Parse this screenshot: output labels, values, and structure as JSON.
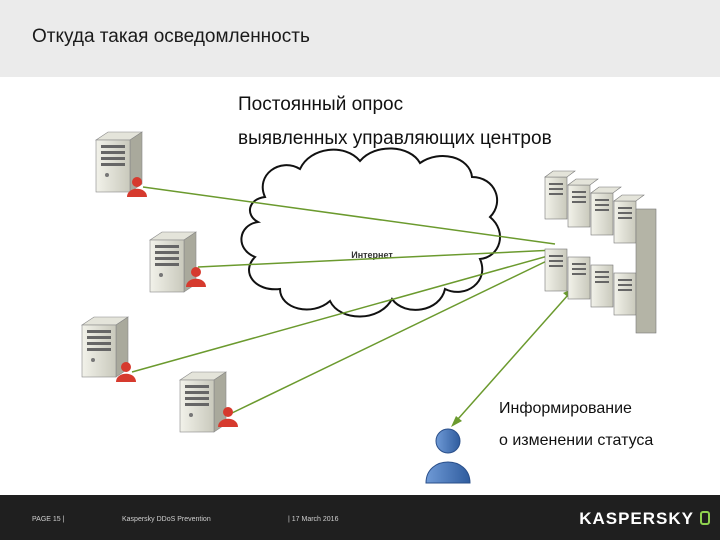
{
  "slide": {
    "title": "Откуда такая осведомленность",
    "caption_line1": "Постоянный опрос",
    "caption_line2": "выявленных управляющих центров",
    "cloud_label": "Интернет",
    "info_line1": "Информирование",
    "info_line2": "о изменении статуса"
  },
  "footer": {
    "page": "PAGE 15 |",
    "product": "Kaspersky DDoS Prevention",
    "date": "| 17 March 2016",
    "logo": "KASPERSKY"
  },
  "colors": {
    "header_bg": "#ebebeb",
    "footer_bg": "#1f1f1f",
    "line_green": "#6b9a2e",
    "user_blue": "#4a76b8",
    "bot_red": "#d63a2e",
    "logo_accent": "#8fd14f"
  },
  "icons": [
    "server-icon",
    "red-user-icon",
    "server-rack-icon",
    "user-icon",
    "cloud-icon"
  ]
}
